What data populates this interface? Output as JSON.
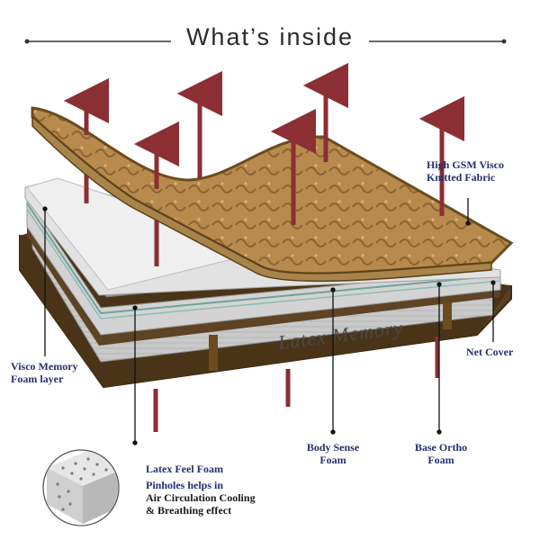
{
  "heading": "What’s inside",
  "brand_text": "Latex Memory",
  "labels": {
    "fabric_1": "High GSM Visco",
    "fabric_2": "Knitted Fabric",
    "net_cover": "Net Cover",
    "visco_1": "Visco Memory",
    "visco_2": "Foam layer",
    "body_1": "Body Sense",
    "body_2": "Foam",
    "base_1": "Base Ortho",
    "base_2": "Foam",
    "latex_1": "Latex Feel Foam",
    "latex_2": "Pinholes helps in",
    "latex_3": "Air Circulation Cooling",
    "latex_4": "& Breathing effect"
  },
  "colors": {
    "label_blue": "#24306e",
    "arrow_red": "#8b2f35",
    "fabric_gold": "#b88a4e",
    "frame_brown": "#4a3418"
  }
}
